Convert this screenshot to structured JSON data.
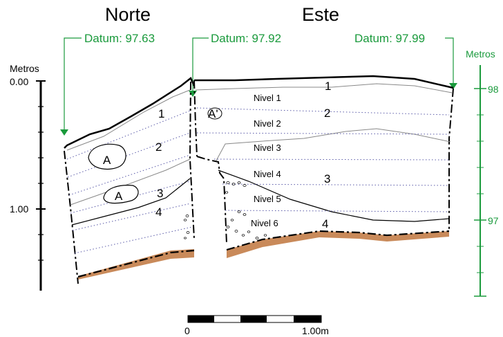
{
  "titles": {
    "norte": "Norte",
    "este": "Este"
  },
  "datums": {
    "left": "Datum: 97.63",
    "middle": "Datum: 97.92",
    "right": "Datum: 97.99"
  },
  "left_scale": {
    "unit": "Metros",
    "ticks": [
      "0.00",
      "1.00"
    ]
  },
  "right_scale": {
    "unit": "Metros",
    "ticks": [
      "98",
      "97"
    ]
  },
  "norte_layers": [
    "1",
    "2",
    "3",
    "4"
  ],
  "norte_features": [
    "A",
    "A"
  ],
  "este_layers": [
    "1",
    "2",
    "3",
    "4"
  ],
  "este_feature": "A'",
  "niveles": [
    "Nivel 1",
    "Nivel 2",
    "Nivel 3",
    "Nivel 4",
    "Nivel 5",
    "Nivel 6"
  ],
  "scale_bar": {
    "start": "0",
    "end": "1.00m"
  },
  "colors": {
    "datum_green": "#1a9a3c",
    "soil_brown": "#c98a5a",
    "dotted_blue": "#5a5aa8"
  }
}
